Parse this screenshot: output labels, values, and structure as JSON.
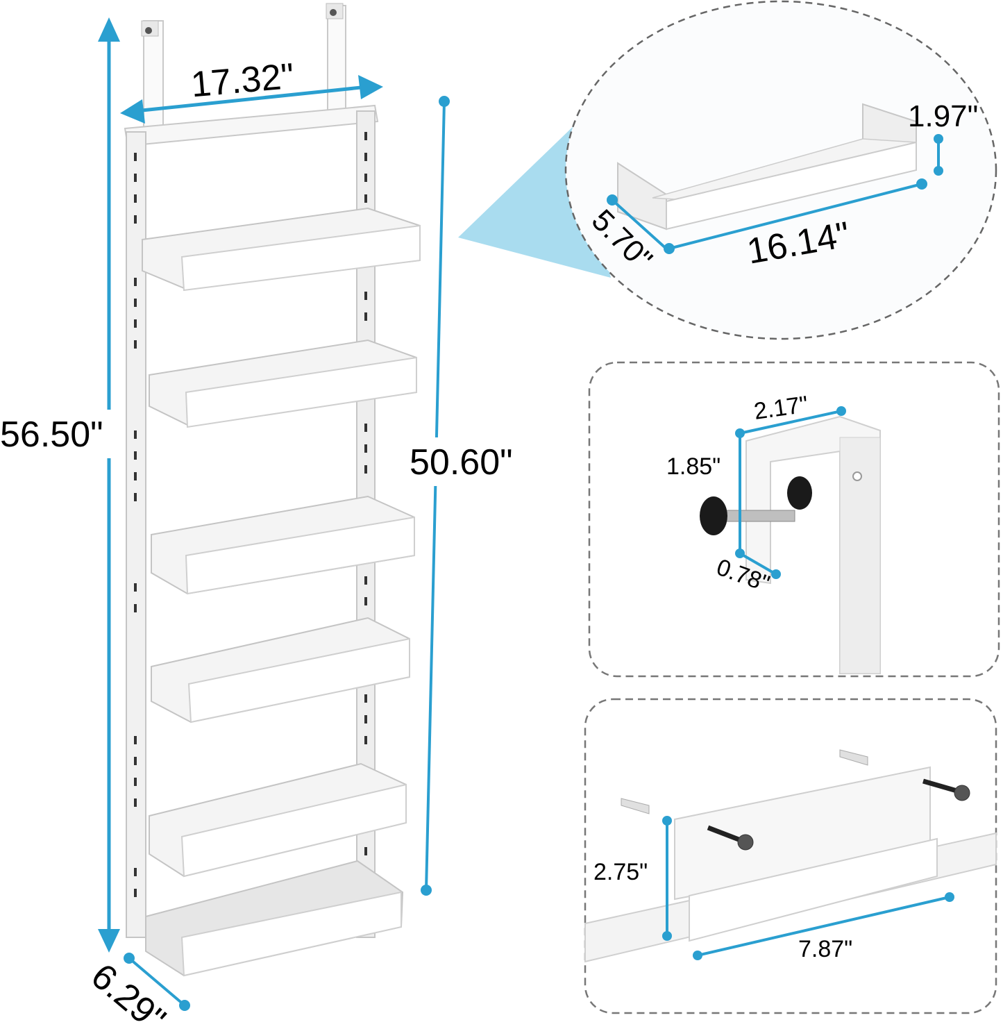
{
  "diagram": {
    "subject": "Over-the-door 6-tier adjustable pantry organizer rack",
    "accent_color": "#2a9fd0",
    "callout_fill": "#a9dcef",
    "main_view": {
      "overall_height": "56.50\"",
      "rail_height": "50.60\"",
      "top_width": "17.32\"",
      "depth": "6.29\"",
      "tier_count": 6
    },
    "basket_detail": {
      "length": "16.14\"",
      "width": "5.70\"",
      "height": "1.97\""
    },
    "door_hook_detail": {
      "width": "2.17\"",
      "height": "1.85\"",
      "gap": "0.78\""
    },
    "wall_mount_detail": {
      "bracket_height": "2.75\"",
      "bracket_length": "7.87\""
    }
  }
}
